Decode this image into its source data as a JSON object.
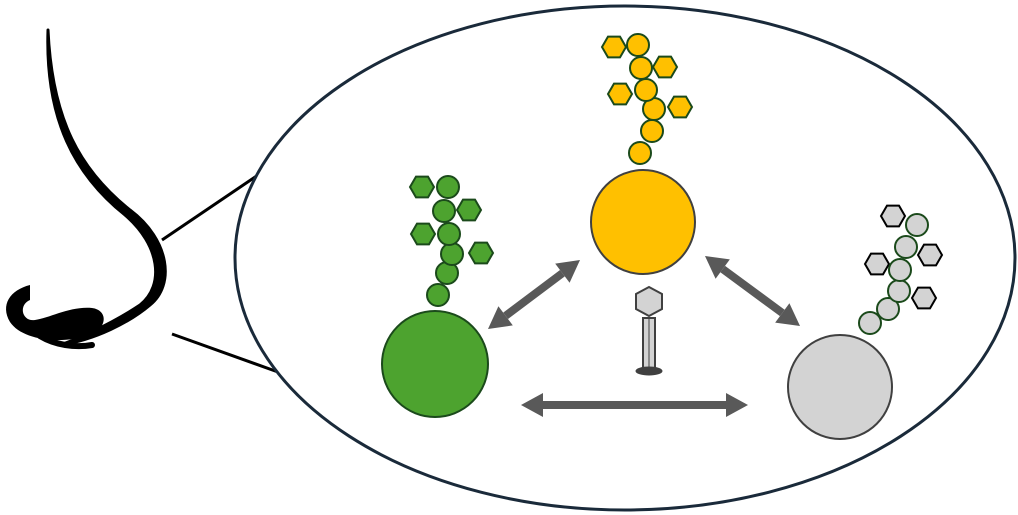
{
  "colors": {
    "background": "#ffffff",
    "outline_dark": "#1a2a3a",
    "green": "#4da32f",
    "green_stroke": "#1b4a1b",
    "yellow": "#ffc000",
    "yellow_stroke": "#404040",
    "gray_fill": "#d3d3d3",
    "gray_stroke": "#404040",
    "arrow": "#595959",
    "chain_green_link": "#1b4a1b",
    "chain_gray_link": "#1b4a1b"
  },
  "cells": [
    {
      "id": "green",
      "color_key": "green",
      "icon": "cell-icon"
    },
    {
      "id": "yellow",
      "color_key": "yellow",
      "icon": "cell-icon"
    },
    {
      "id": "gray",
      "color_key": "gray_fill",
      "icon": "cell-icon"
    }
  ],
  "interactions": [
    {
      "from": "green",
      "to": "yellow",
      "icon": "bidirectional-arrow-icon"
    },
    {
      "from": "yellow",
      "to": "gray",
      "icon": "bidirectional-arrow-icon"
    },
    {
      "from": "green",
      "to": "gray",
      "icon": "bidirectional-arrow-icon"
    }
  ],
  "phage": {
    "icon": "bacteriophage-icon"
  },
  "nose": {
    "icon": "nose-icon"
  }
}
